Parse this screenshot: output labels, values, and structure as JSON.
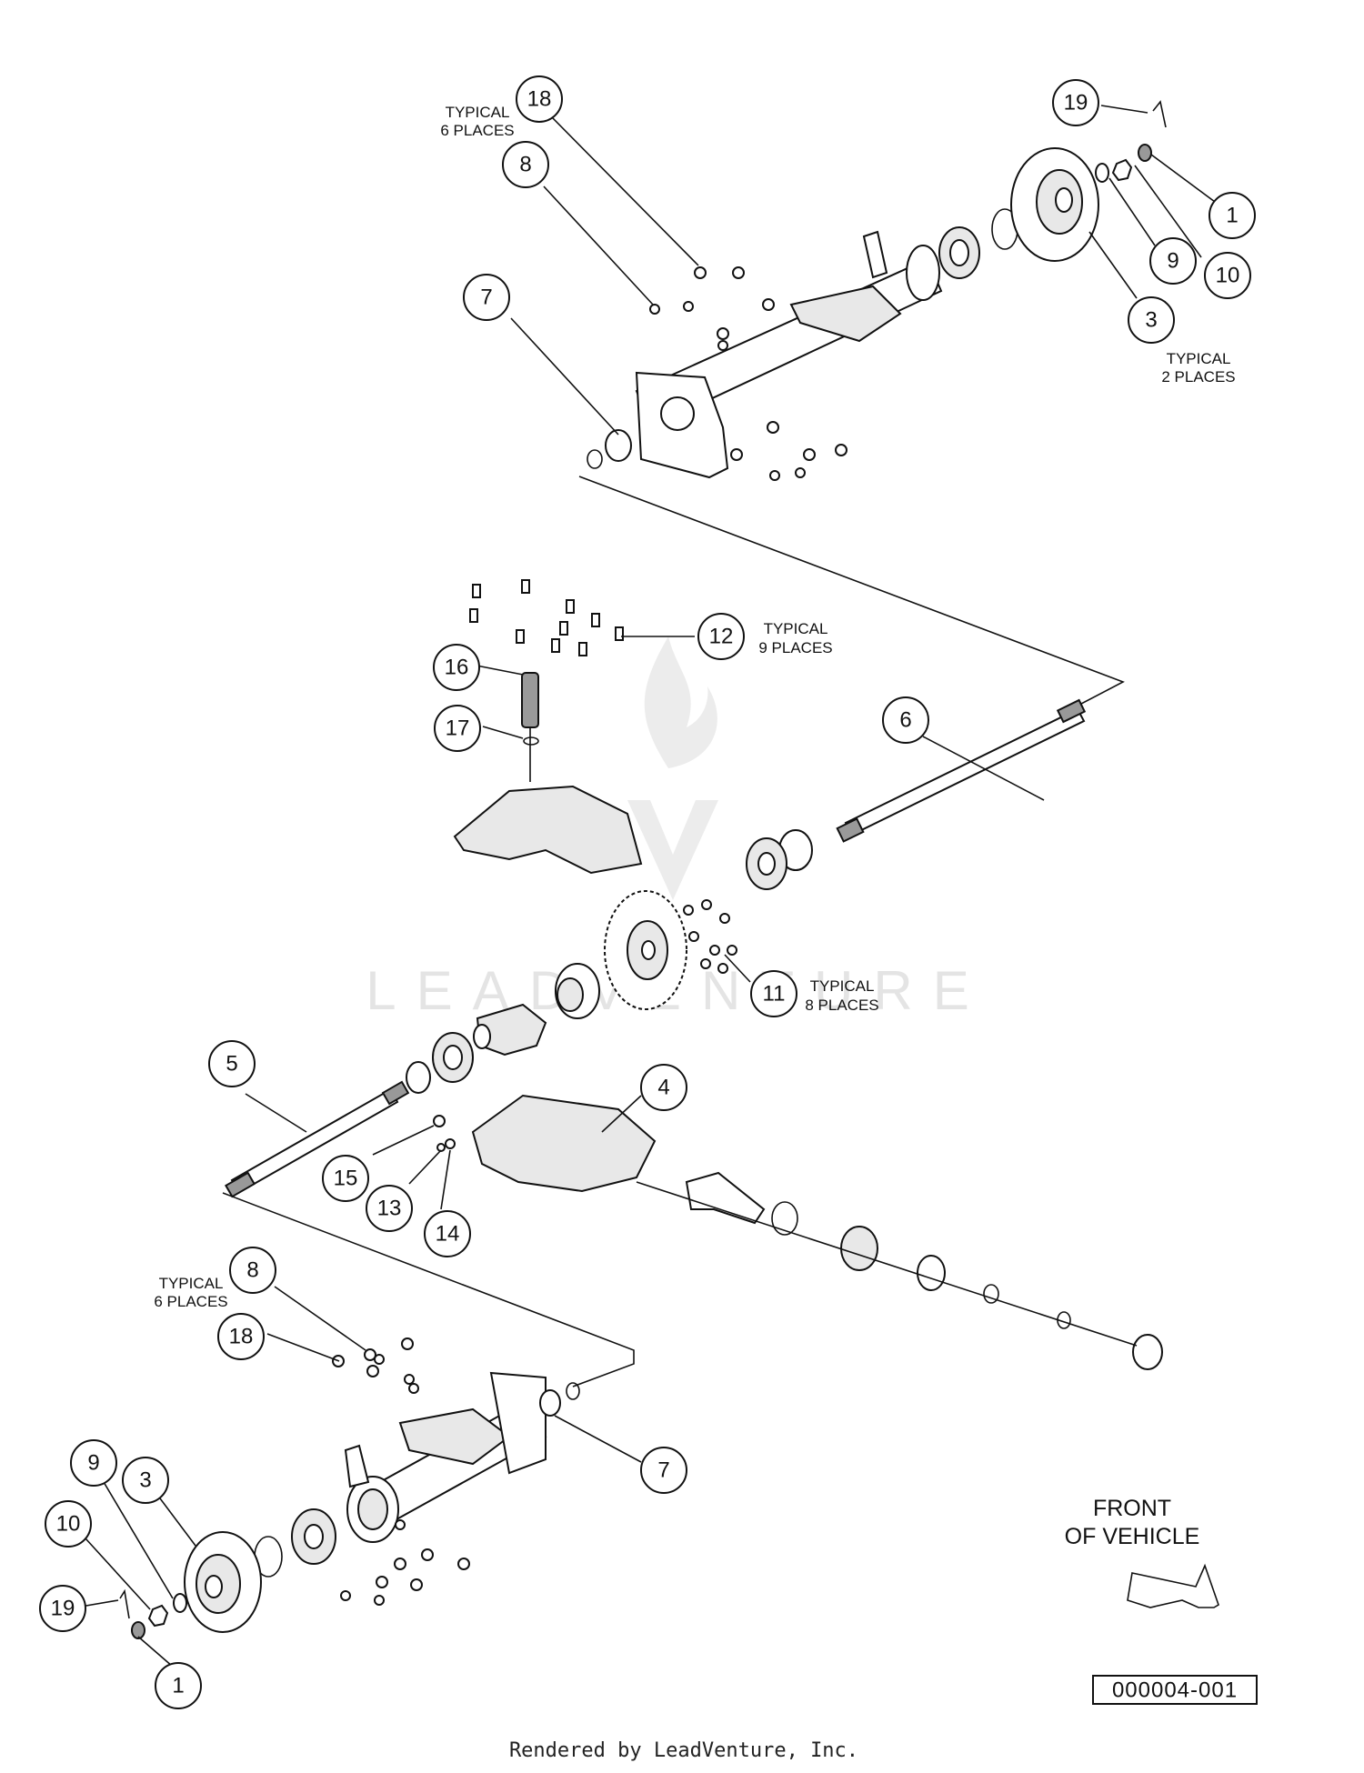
{
  "diagram": {
    "callouts": [
      {
        "id": "c-top-18",
        "number": "18"
      },
      {
        "id": "c-top-8",
        "number": "8"
      },
      {
        "id": "c-top-7",
        "number": "7"
      },
      {
        "id": "c-top-19",
        "number": "19"
      },
      {
        "id": "c-top-1",
        "number": "1"
      },
      {
        "id": "c-top-9",
        "number": "9"
      },
      {
        "id": "c-top-10",
        "number": "10"
      },
      {
        "id": "c-top-3",
        "number": "3"
      },
      {
        "id": "c-12",
        "number": "12"
      },
      {
        "id": "c-16",
        "number": "16"
      },
      {
        "id": "c-17",
        "number": "17"
      },
      {
        "id": "c-6",
        "number": "6"
      },
      {
        "id": "c-11",
        "number": "11"
      },
      {
        "id": "c-5",
        "number": "5"
      },
      {
        "id": "c-4",
        "number": "4"
      },
      {
        "id": "c-15",
        "number": "15"
      },
      {
        "id": "c-13",
        "number": "13"
      },
      {
        "id": "c-14",
        "number": "14"
      },
      {
        "id": "c-bot-8",
        "number": "8"
      },
      {
        "id": "c-bot-18",
        "number": "18"
      },
      {
        "id": "c-bot-7",
        "number": "7"
      },
      {
        "id": "c-bot-9",
        "number": "9"
      },
      {
        "id": "c-bot-3",
        "number": "3"
      },
      {
        "id": "c-bot-10",
        "number": "10"
      },
      {
        "id": "c-bot-19",
        "number": "19"
      },
      {
        "id": "c-bot-1",
        "number": "1"
      }
    ],
    "notes": {
      "typical_6_top_line1": "TYPICAL",
      "typical_6_top_line2": "6 PLACES",
      "typical_2_line1": "TYPICAL",
      "typical_2_line2": "2 PLACES",
      "typical_9_line1": "TYPICAL",
      "typical_9_line2": "9 PLACES",
      "typical_8_line1": "TYPICAL",
      "typical_8_line2": "8 PLACES",
      "typical_6_bot_line1": "TYPICAL",
      "typical_6_bot_line2": "6 PLACES"
    },
    "front_label_line1": "FRONT",
    "front_label_line2": "OF VEHICLE",
    "drawing_number": "000004-001",
    "watermark": "LEADVENTURE",
    "footer": "Rendered by LeadVenture, Inc."
  }
}
